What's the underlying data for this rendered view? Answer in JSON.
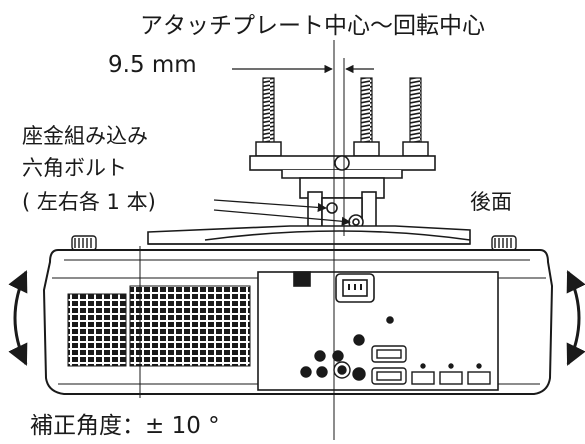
{
  "labels": {
    "title": "アタッチプレート中心〜回転中心",
    "offset": "9.5 mm",
    "bolt_line1": "座金組み込み",
    "bolt_line2": "六角ボルト",
    "bolt_line3": "( 左右各 1 本)",
    "rear": "後面",
    "correction": "補正角度：± 10 °"
  }
}
